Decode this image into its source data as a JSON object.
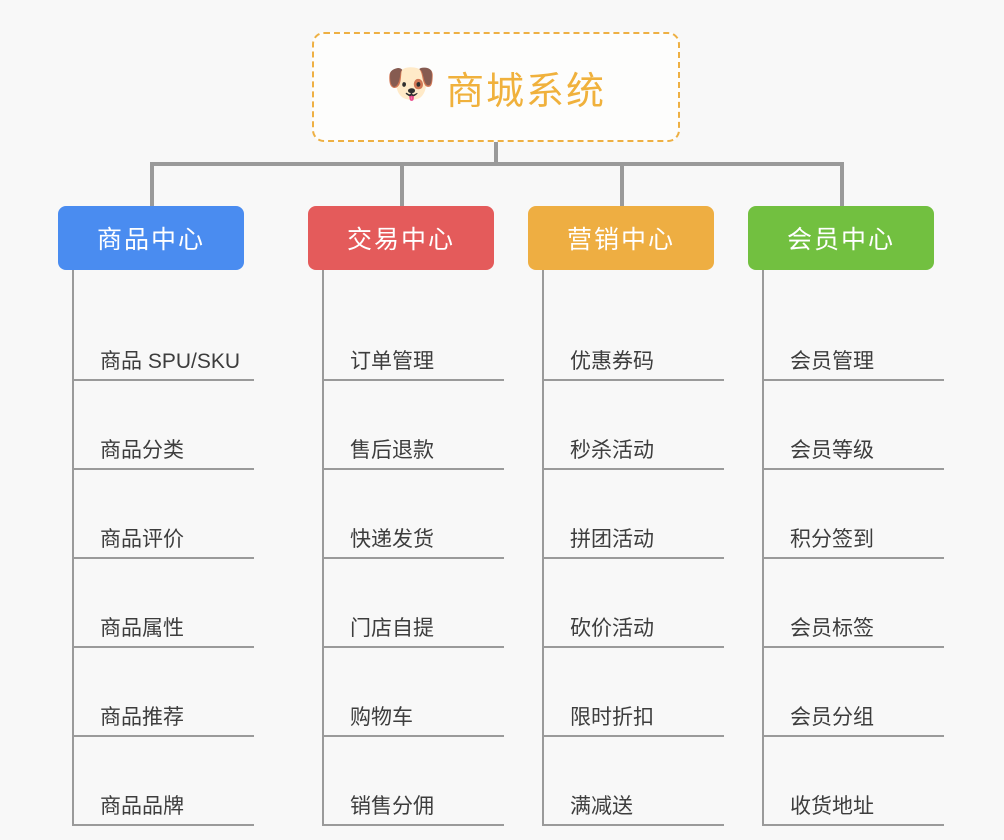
{
  "page": {
    "background_color": "#f8f8f8",
    "line_color": "#9a9a9a"
  },
  "root": {
    "icon": "dog-face-emoji",
    "emoji": "🐶",
    "title": "商城系统",
    "text_color": "#f0b13c",
    "border_color": "#eeb043",
    "border_style": "dashed"
  },
  "columns": [
    {
      "id": "product-center",
      "label": "商品中心",
      "color": "#4a8cf0",
      "items": [
        {
          "label": "商品 SPU/SKU"
        },
        {
          "label": "商品分类"
        },
        {
          "label": "商品评价"
        },
        {
          "label": "商品属性"
        },
        {
          "label": "商品推荐"
        },
        {
          "label": "商品品牌"
        }
      ]
    },
    {
      "id": "trade-center",
      "label": "交易中心",
      "color": "#e45b5b",
      "items": [
        {
          "label": "订单管理"
        },
        {
          "label": "售后退款"
        },
        {
          "label": "快递发货"
        },
        {
          "label": "门店自提"
        },
        {
          "label": "购物车"
        },
        {
          "label": "销售分佣"
        }
      ]
    },
    {
      "id": "marketing-center",
      "label": "营销中心",
      "color": "#eeae42",
      "items": [
        {
          "label": "优惠券码"
        },
        {
          "label": "秒杀活动"
        },
        {
          "label": "拼团活动"
        },
        {
          "label": "砍价活动"
        },
        {
          "label": "限时折扣"
        },
        {
          "label": "满减送"
        }
      ]
    },
    {
      "id": "member-center",
      "label": "会员中心",
      "color": "#72c040",
      "items": [
        {
          "label": "会员管理"
        },
        {
          "label": "会员等级"
        },
        {
          "label": "积分签到"
        },
        {
          "label": "会员标签"
        },
        {
          "label": "会员分组"
        },
        {
          "label": "收货地址"
        }
      ]
    }
  ]
}
